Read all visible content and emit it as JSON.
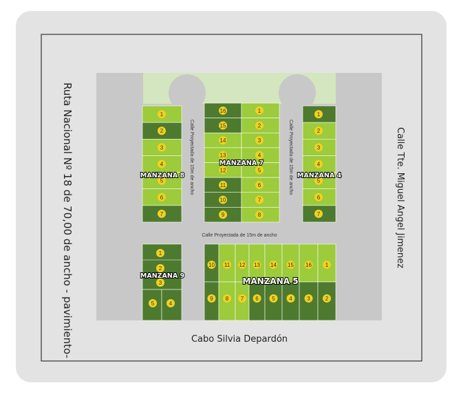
{
  "streets": {
    "west": "Ruta Nacional Nº 18 de 70,00 de ancho - pavimiento-",
    "east": "Calle Tte. Miguel Angel Jimenez",
    "south": "Cabo Silvia Depardón",
    "inner_vertical_1": "Calle Proyectada de 15m de ancho",
    "inner_vertical_2": "Calle Proyectada de 15m de ancho",
    "inner_horizontal": "Calle Proyectada de 15m de ancho"
  },
  "blocks": {
    "m8": {
      "label": "MANZANA 8",
      "lots": [
        {
          "n": "1",
          "shade": "light"
        },
        {
          "n": "2",
          "shade": "dark"
        },
        {
          "n": "3",
          "shade": "light"
        },
        {
          "n": "4",
          "shade": "light"
        },
        {
          "n": "5",
          "shade": "light"
        },
        {
          "n": "6",
          "shade": "light"
        },
        {
          "n": "7",
          "shade": "dark"
        }
      ]
    },
    "m7": {
      "label": "MANZANA 7",
      "left": [
        {
          "n": "16",
          "shade": "dark"
        },
        {
          "n": "15",
          "shade": "dark"
        },
        {
          "n": "14",
          "shade": "light"
        },
        {
          "n": "13",
          "shade": "light"
        },
        {
          "n": "12",
          "shade": "light"
        },
        {
          "n": "11",
          "shade": "dark"
        },
        {
          "n": "10",
          "shade": "dark"
        },
        {
          "n": "9",
          "shade": "dark"
        }
      ],
      "right": [
        {
          "n": "1",
          "shade": "light"
        },
        {
          "n": "2",
          "shade": "light"
        },
        {
          "n": "3",
          "shade": "light"
        },
        {
          "n": "4",
          "shade": "light"
        },
        {
          "n": "5",
          "shade": "light"
        },
        {
          "n": "6",
          "shade": "light"
        },
        {
          "n": "7",
          "shade": "light"
        },
        {
          "n": "8",
          "shade": "light"
        }
      ]
    },
    "m4": {
      "label": "MANZANA 4",
      "lots": [
        {
          "n": "1",
          "shade": "dark"
        },
        {
          "n": "2",
          "shade": "light"
        },
        {
          "n": "3",
          "shade": "light"
        },
        {
          "n": "4",
          "shade": "light"
        },
        {
          "n": "5",
          "shade": "light"
        },
        {
          "n": "6",
          "shade": "light"
        },
        {
          "n": "7",
          "shade": "dark"
        }
      ]
    },
    "m9": {
      "label": "MANZANA 9",
      "lots": [
        "1",
        "2",
        "3",
        "5",
        "4"
      ]
    },
    "m5": {
      "label": "MANZANA 5",
      "top": [
        {
          "n": "10",
          "shade": "dark"
        },
        {
          "n": "11",
          "shade": "light"
        },
        {
          "n": "12",
          "shade": "light"
        },
        {
          "n": "13",
          "shade": "light"
        },
        {
          "n": "14",
          "shade": "light"
        },
        {
          "n": "15",
          "shade": "light"
        },
        {
          "n": "16",
          "shade": "light"
        },
        {
          "n": "1",
          "shade": "light"
        }
      ],
      "bottom": [
        {
          "n": "9",
          "shade": "dark"
        },
        {
          "n": "8",
          "shade": "light"
        },
        {
          "n": "7",
          "shade": "light"
        },
        {
          "n": "6",
          "shade": "dark"
        },
        {
          "n": "5",
          "shade": "dark"
        },
        {
          "n": "4",
          "shade": "dark"
        },
        {
          "n": "3",
          "shade": "dark"
        },
        {
          "n": "2",
          "shade": "dark"
        }
      ]
    }
  },
  "colors": {
    "light_lot": "#9ccb3b",
    "dark_lot": "#4d7a2e",
    "road": "#c8c8c8",
    "green_space": "#d4e6bf",
    "marker": "#f1d21f"
  }
}
